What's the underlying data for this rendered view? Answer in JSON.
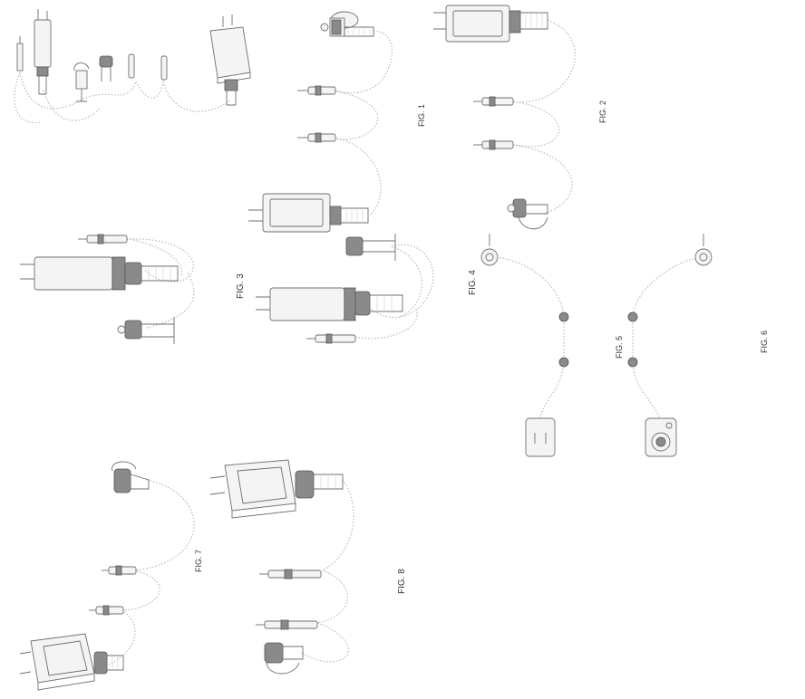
{
  "sheet": {
    "figures": [
      {
        "id": "fig1",
        "label": "FIG. 1"
      },
      {
        "id": "fig2",
        "label": "FIG. 2"
      },
      {
        "id": "fig3",
        "label": "FIG. 3"
      },
      {
        "id": "fig4",
        "label": "FIG. 4"
      },
      {
        "id": "fig5",
        "label": "FIG. 5"
      },
      {
        "id": "fig6",
        "label": "FIG. 6"
      },
      {
        "id": "fig7",
        "label": "FIG. 7"
      },
      {
        "id": "fig8",
        "label": "FIG. 8"
      }
    ]
  },
  "colors": {
    "line": "#6f6f6f",
    "cord": "#b8b8b8",
    "background": "#ffffff"
  }
}
